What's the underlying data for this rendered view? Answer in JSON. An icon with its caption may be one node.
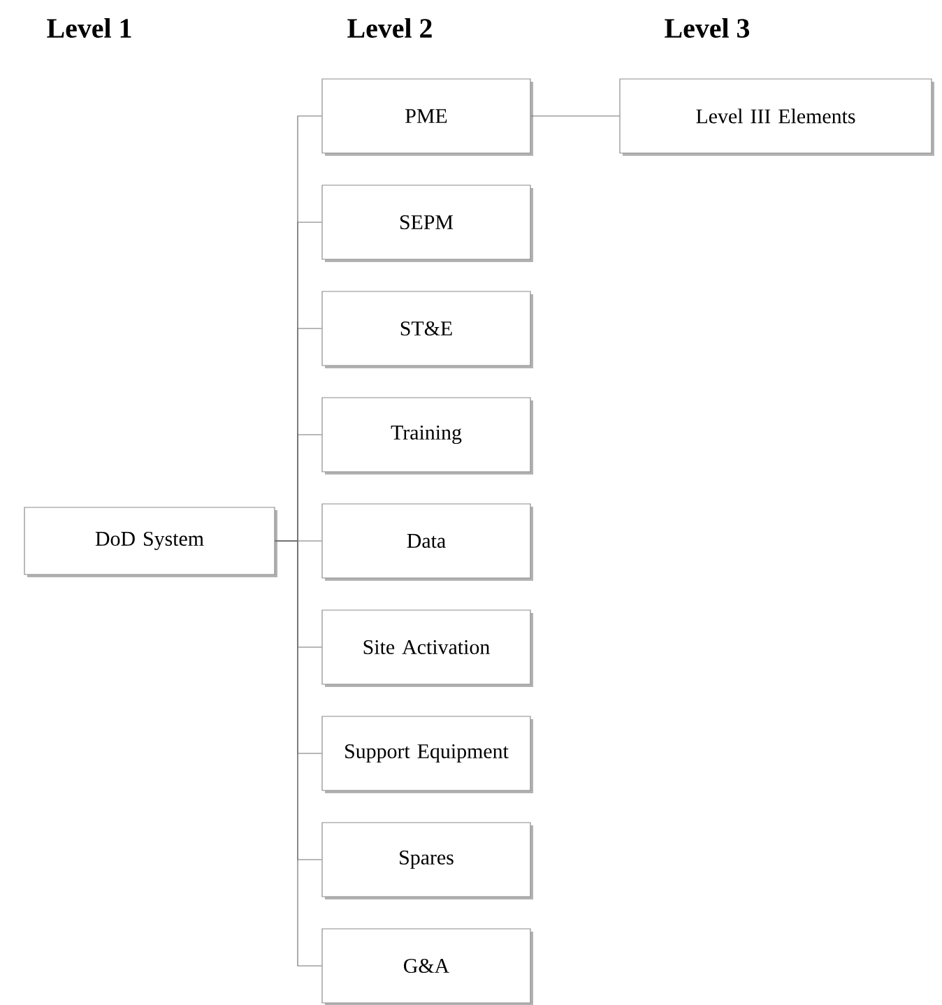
{
  "diagram": {
    "nodes": [
      {
        "text": [
          "DoD System"
        ]
      },
      {
        "text": [
          "PME"
        ]
      },
      {
        "text": [
          "SEPM"
        ]
      },
      {
        "text": [
          "ST&E"
        ]
      },
      {
        "text": [
          "Training"
        ]
      },
      {
        "text": [
          "Data"
        ]
      },
      {
        "text": [
          "Site Activation"
        ]
      },
      {
        "text": [
          "Support Equipment"
        ]
      },
      {
        "text": [
          "Spares"
        ]
      },
      {
        "text": [
          "G&A"
        ]
      },
      {
        "text": [
          "Level III Elements"
        ]
      }
    ],
    "edges": [
      {
        "from": 0,
        "to": 1,
        "arrow": "none"
      },
      {
        "from": 0,
        "to": 2,
        "arrow": "none"
      },
      {
        "from": 0,
        "to": 3,
        "arrow": "none"
      },
      {
        "from": 0,
        "to": 4,
        "arrow": "none"
      },
      {
        "from": 0,
        "to": 5,
        "arrow": "none"
      },
      {
        "from": 0,
        "to": 6,
        "arrow": "none"
      },
      {
        "from": 0,
        "to": 7,
        "arrow": "none"
      },
      {
        "from": 0,
        "to": 8,
        "arrow": "none"
      },
      {
        "from": 0,
        "to": 9,
        "arrow": "none"
      },
      {
        "from": 1,
        "to": 10,
        "arrow": "none"
      }
    ],
    "labels": [
      "Level 1",
      "Level 2",
      "Level 3"
    ]
  }
}
